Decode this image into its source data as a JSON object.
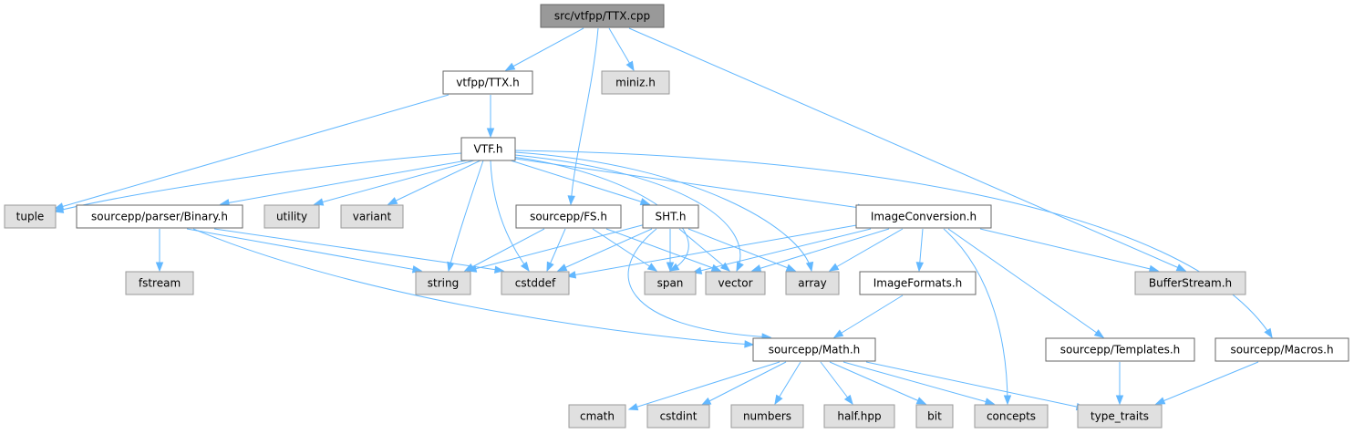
{
  "colors": {
    "root_fill": "#999999",
    "file_fill": "#ffffff",
    "external_fill": "#e0e0e0",
    "border_dark": "#666666",
    "border_light": "#999999",
    "edge": "#63b8ff",
    "text": "#000000"
  },
  "nodes": {
    "ttx_cpp": "src/vtfpp/TTX.cpp",
    "ttx_h": "vtfpp/TTX.h",
    "miniz_h": "miniz.h",
    "vtf_h": "VTF.h",
    "tuple": "tuple",
    "binary_h": "sourcepp/parser/Binary.h",
    "utility": "utility",
    "variant": "variant",
    "fs_h": "sourcepp/FS.h",
    "sht_h": "SHT.h",
    "imageconversion_h": "ImageConversion.h",
    "fstream": "fstream",
    "string": "string",
    "cstddef": "cstddef",
    "span": "span",
    "vector": "vector",
    "array": "array",
    "imageformats_h": "ImageFormats.h",
    "bufferstream_h": "BufferStream.h",
    "math_h": "sourcepp/Math.h",
    "templates_h": "sourcepp/Templates.h",
    "macros_h": "sourcepp/Macros.h",
    "cmath": "cmath",
    "cstdint": "cstdint",
    "numbers": "numbers",
    "half_hpp": "half.hpp",
    "bit": "bit",
    "concepts": "concepts",
    "type_traits": "type_traits"
  }
}
